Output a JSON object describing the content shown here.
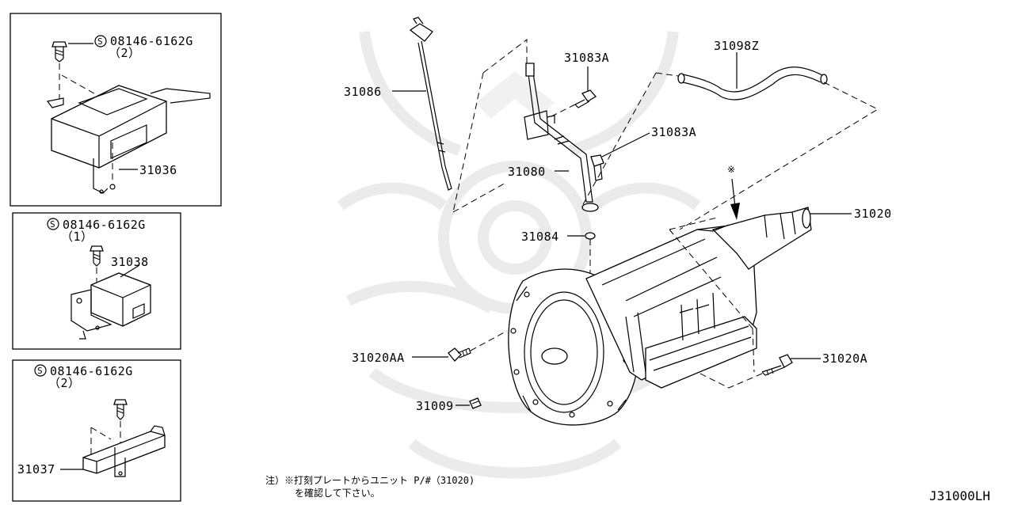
{
  "title_code": "J31000LH",
  "note": {
    "line1": "注）※打刻プレートからユニット P/#（31020)",
    "line2": "を確認して下さい。"
  },
  "insets": [
    {
      "bolt_ref": "08146-6162G",
      "bolt_qty": "（2）",
      "part": "31036"
    },
    {
      "bolt_ref": "08146-6162G",
      "bolt_qty": "（1）",
      "part": "31038"
    },
    {
      "bolt_ref": "08146-6162G",
      "bolt_qty": "（2）",
      "part": "31037"
    }
  ],
  "callouts": {
    "p31086": "31086",
    "p31083A_top": "31083A",
    "p31098Z": "31098Z",
    "p31083A_mid": "31083A",
    "p31080": "31080",
    "p31020": "31020",
    "p31084": "31084",
    "p31020AA": "31020AA",
    "p31020A": "31020A",
    "p31009": "31009",
    "mark": "※"
  },
  "s_symbol": "S"
}
